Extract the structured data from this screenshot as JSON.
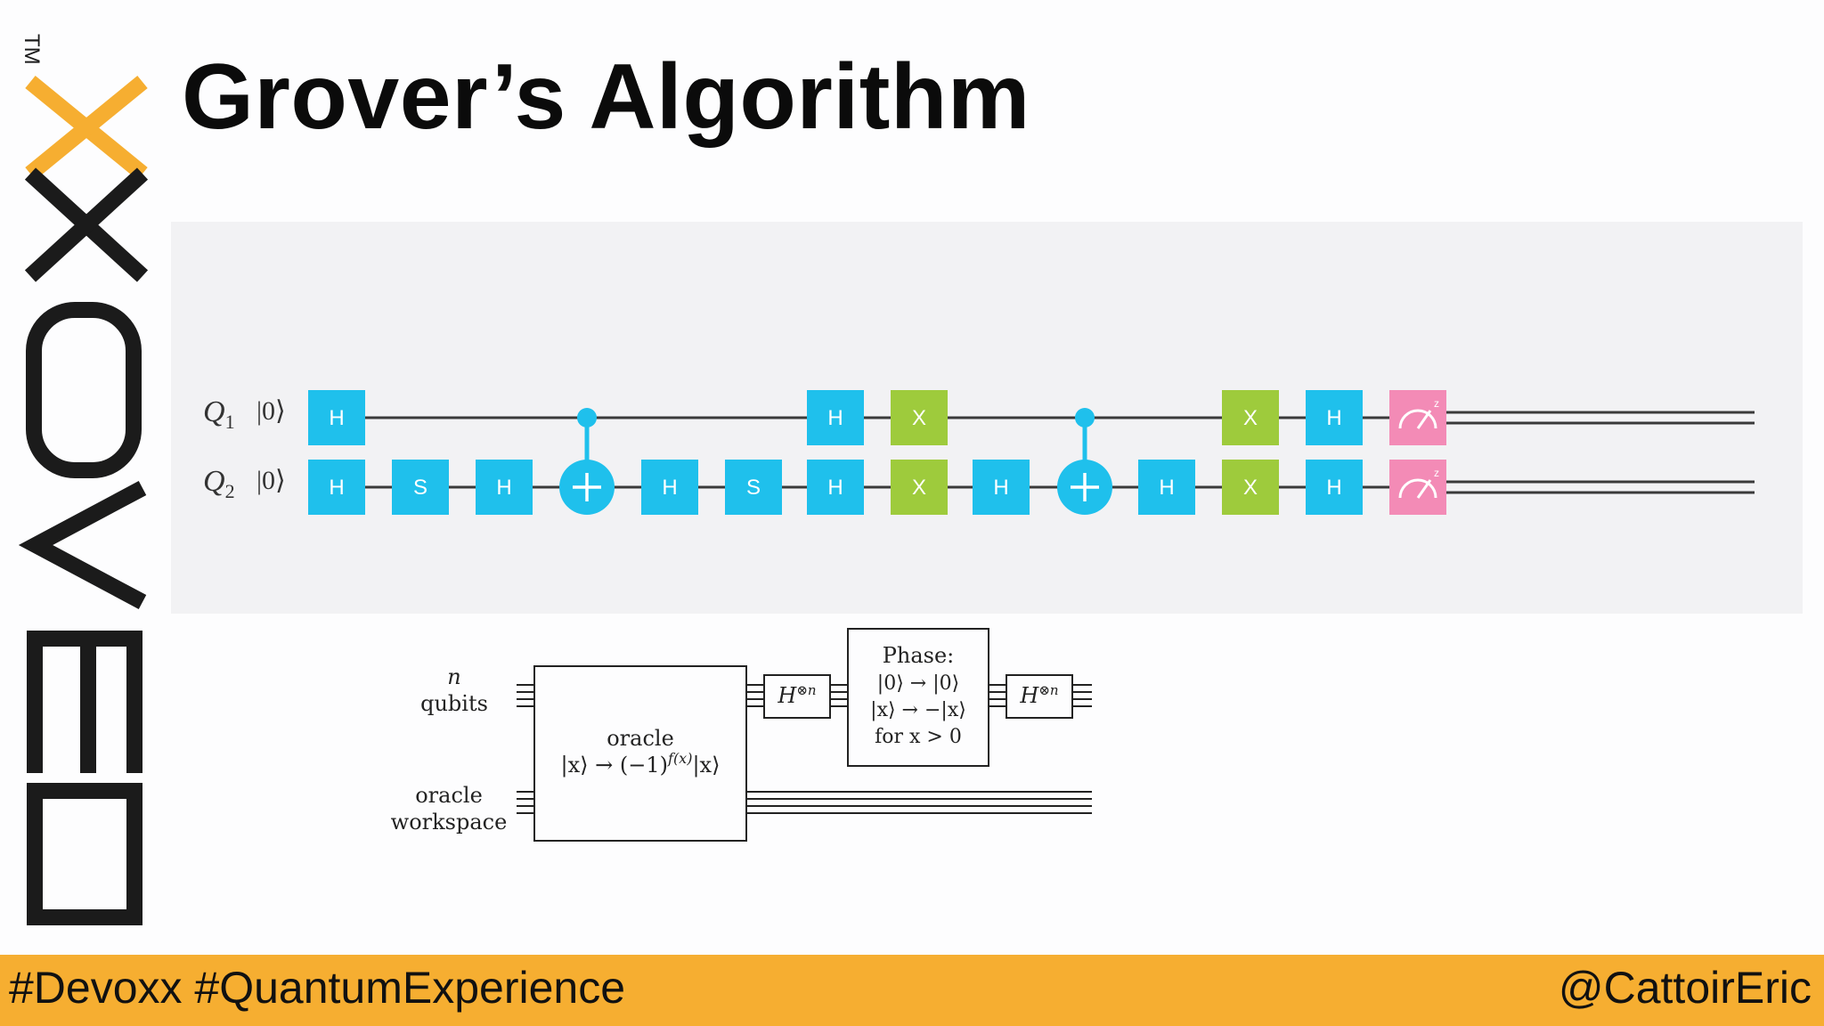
{
  "title": "Grover’s Algorithm",
  "logo": {
    "text": "DEVOXX",
    "trademark": "TM",
    "accent_color": "#f6ae31",
    "dark_color": "#1b1b1b"
  },
  "circuit": {
    "qubits": [
      {
        "name": "Q",
        "index": "1",
        "init": "|0⟩"
      },
      {
        "name": "Q",
        "index": "2",
        "init": "|0⟩"
      }
    ],
    "q1_gates": [
      "H",
      "H",
      "X",
      "X",
      "H"
    ],
    "q2_gates": [
      "H",
      "S",
      "H",
      "H",
      "S",
      "H",
      "X",
      "H",
      "H",
      "X",
      "H"
    ],
    "colors": {
      "hadamard_and_s": "#1fc0ec",
      "x_gate": "#9ecb3c",
      "measure": "#f38bb6",
      "wire": "#3a3a3a",
      "panel": "#f2f2f4"
    },
    "measure_icon": "gauge-icon",
    "cnot_icon": "plus-target-icon"
  },
  "schematic": {
    "n_label": "n",
    "qubits_label": "qubits",
    "oracle_label": "oracle",
    "oracle_formula_prefix": "|x⟩ → (−1)",
    "oracle_formula_exp": "f(x)",
    "oracle_formula_suffix": "|x⟩",
    "hadamard_base": "H",
    "hadamard_exp": "⊗n",
    "phase_title": "Phase:",
    "phase_line1": "|0⟩ → |0⟩",
    "phase_line2": "|x⟩ → −|x⟩",
    "phase_line3": "for x > 0",
    "workspace_label_1": "oracle",
    "workspace_label_2": "workspace"
  },
  "footer": {
    "hashtags": "#Devoxx #QuantumExperience",
    "handle": "@CattoirEric",
    "bar_color": "#f6ae31"
  }
}
